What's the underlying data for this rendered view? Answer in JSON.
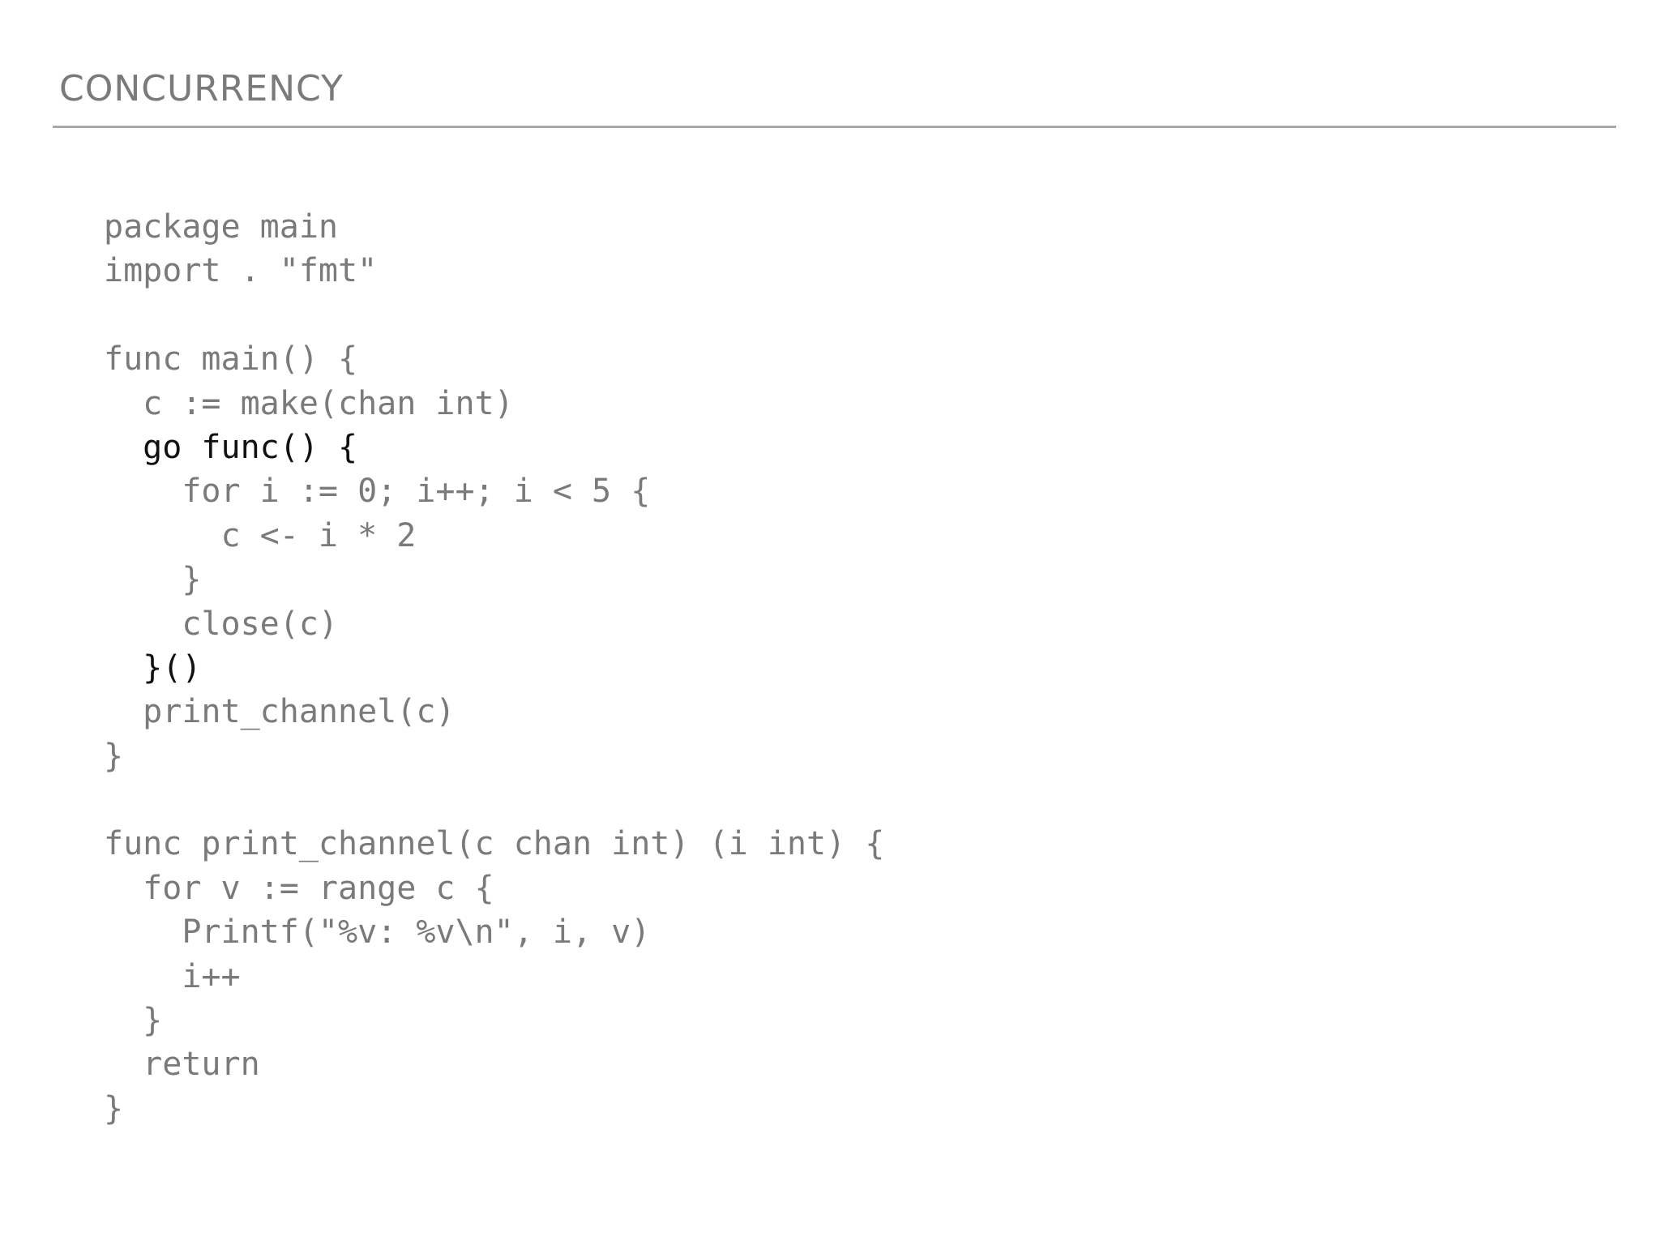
{
  "slide": {
    "title": "CONCURRENCY"
  },
  "code": {
    "lines": [
      {
        "text": "package main",
        "highlight": false
      },
      {
        "text": "import . \"fmt\"",
        "highlight": false
      },
      {
        "text": "",
        "highlight": false
      },
      {
        "text": "func main() {",
        "highlight": false
      },
      {
        "text": "  c := make(chan int)",
        "highlight": false
      },
      {
        "text": "  go func() {",
        "highlight": true
      },
      {
        "text": "    for i := 0; i++; i < 5 {",
        "highlight": false
      },
      {
        "text": "      c <- i * 2",
        "highlight": false
      },
      {
        "text": "    }",
        "highlight": false
      },
      {
        "text": "    close(c)",
        "highlight": false
      },
      {
        "text": "  }()",
        "highlight": true
      },
      {
        "text": "  print_channel(c)",
        "highlight": false
      },
      {
        "text": "}",
        "highlight": false
      },
      {
        "text": "",
        "highlight": false
      },
      {
        "text": "func print_channel(c chan int) (i int) {",
        "highlight": false
      },
      {
        "text": "  for v := range c {",
        "highlight": false
      },
      {
        "text": "    Printf(\"%v: %v\\n\", i, v)",
        "highlight": false
      },
      {
        "text": "    i++",
        "highlight": false
      },
      {
        "text": "  }",
        "highlight": false
      },
      {
        "text": "  return",
        "highlight": false
      },
      {
        "text": "}",
        "highlight": false
      }
    ]
  },
  "colors": {
    "text_muted": "#7a7a7a",
    "text_highlight": "#111111",
    "rule": "#a8a8a8",
    "background": "#ffffff"
  }
}
